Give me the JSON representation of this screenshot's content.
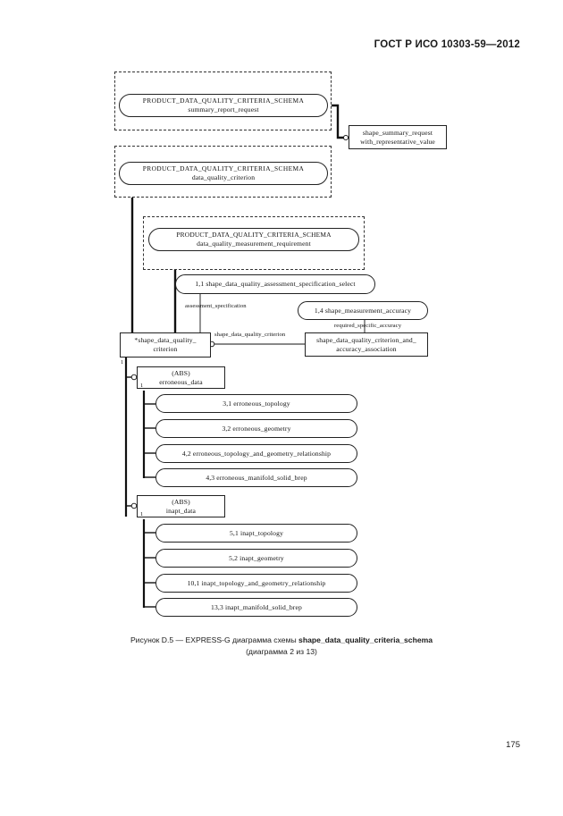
{
  "header": {
    "standard": "ГОСТ Р ИСО 10303-59—2012"
  },
  "figure": {
    "schema_refs": [
      {
        "schema": "PRODUCT_DATA_QUALITY_CRITERIA_SCHEMA",
        "entity": "summary_report_request"
      },
      {
        "schema": "PRODUCT_DATA_QUALITY_CRITERIA_SCHEMA",
        "entity": "data_quality_criterion"
      },
      {
        "schema": "PRODUCT_DATA_QUALITY_CRITERIA_SCHEMA",
        "entity": "data_quality_measurement_requirement"
      }
    ],
    "nodes": {
      "summary_value": "shape_summary_request_\nwith_representative_value",
      "summary_value_line1": "shape_summary_request",
      "summary_value_line2": "with_representative_value",
      "select_1_1": "1,1 shape_data_quality_assessment_specification_select",
      "accuracy_1_4": "1,4 shape_measurement_accuracy",
      "criterion_accuracy_assoc_line1": "shape_data_quality_criterion_and_",
      "criterion_accuracy_assoc_line2": "accuracy_association",
      "root_entity_line1": "*shape_data_quality_",
      "root_entity_line2": "criterion",
      "erroneous_abs": "(ABS)",
      "erroneous_name": "erroneous_data",
      "inapt_abs": "(ABS)",
      "inapt_name": "inapt_data"
    },
    "edge_labels": {
      "assessment_specification": "assessment_specification",
      "shape_data_quality_criterion": "shape_data_quality_criterion",
      "required_specific_accuracy": "required_specific_accuracy"
    },
    "multiplicities": {
      "root": "1",
      "erroneous": "1",
      "inapt": "1"
    },
    "erroneous_subtypes": [
      "3,1 erroneous_topology",
      "3,2 erroneous_geometry",
      "4,2 erroneous_topology_and_geometry_relationship",
      "4,3 erroneous_manifold_solid_brep"
    ],
    "inapt_subtypes": [
      "5,1 inapt_topology",
      "5,2 inapt_geometry",
      "10,1 inapt_topology_and_geometry_relationship",
      "13,3 inapt_manifold_solid_brep"
    ]
  },
  "caption": {
    "prefix": "Рисунок D.5 — EXPRESS-G диаграмма схемы ",
    "schema_name": "shape_data_quality_criteria_schema",
    "subtitle": "(диаграмма 2 из 13)"
  },
  "footer": {
    "page": "175"
  }
}
